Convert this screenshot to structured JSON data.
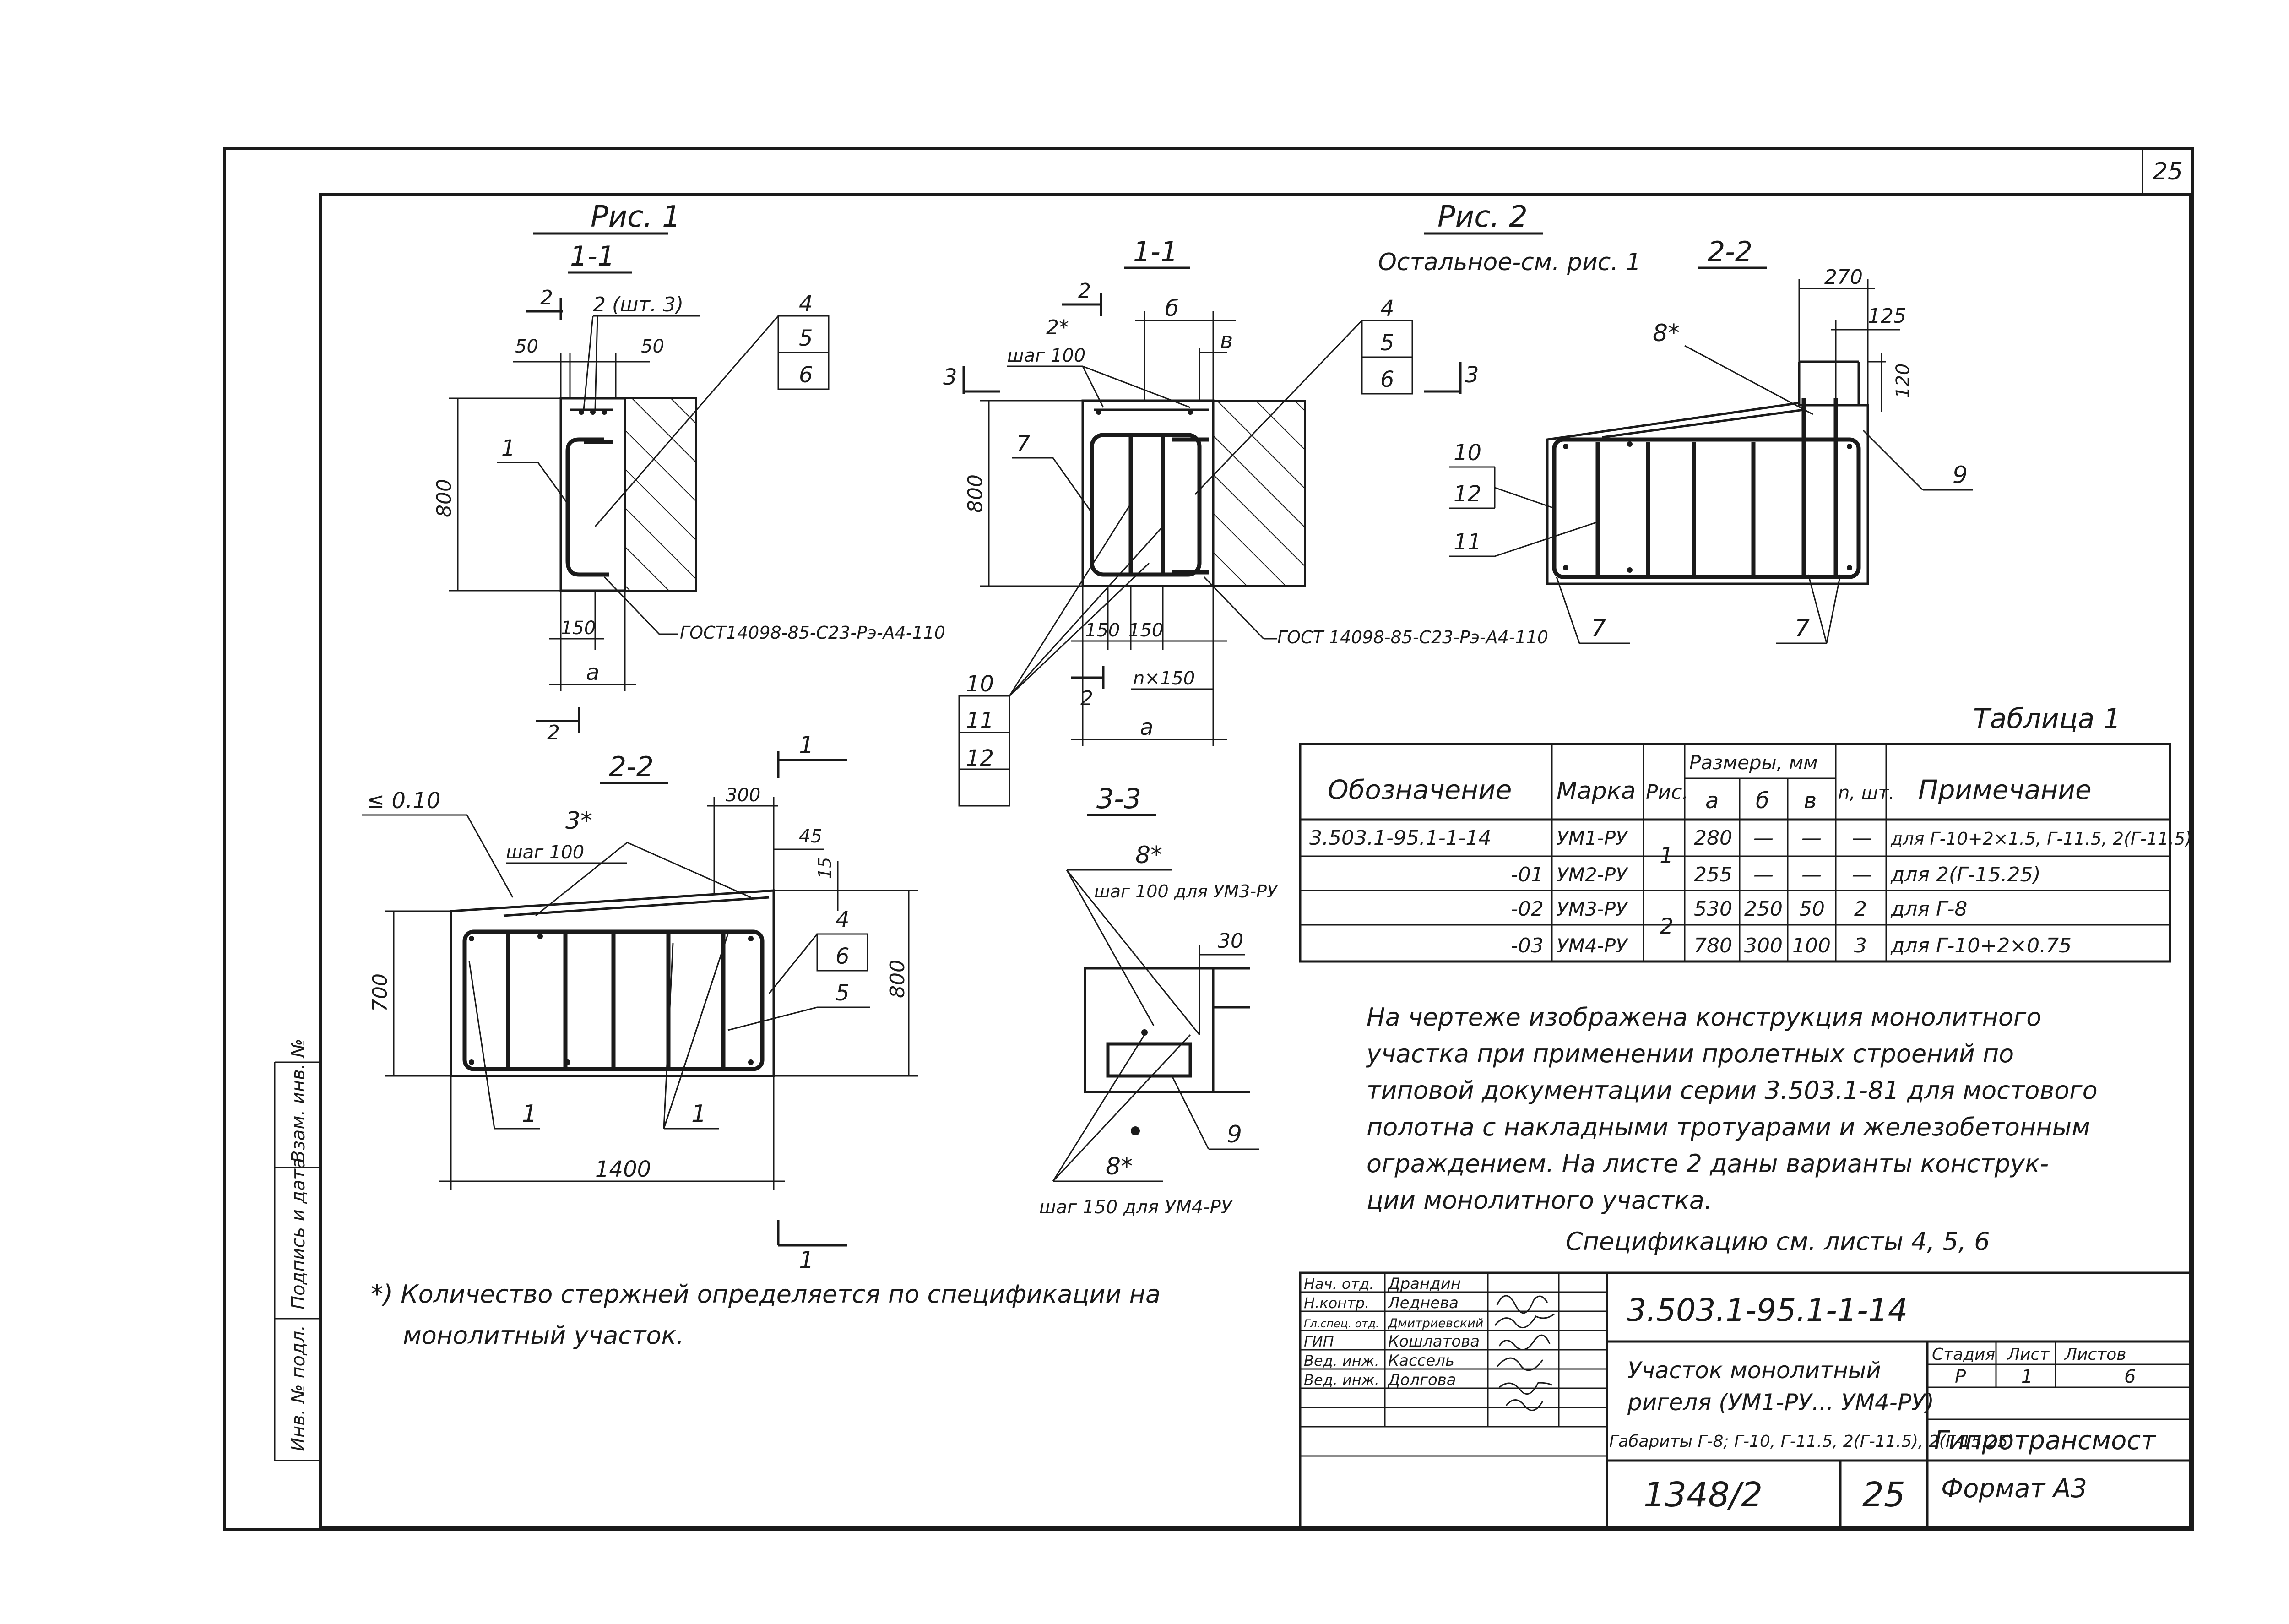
{
  "sheet": {
    "number": "25",
    "frame_bottom_sheet": "25",
    "album": "1348/2",
    "format": "Формат  А3"
  },
  "fig1": {
    "caption": "Рис. 1",
    "section_label": "1-1",
    "dim_50_left": "50",
    "dim_50_right": "50",
    "dim_800": "800",
    "dim_150": "150",
    "dim_a": "а",
    "mark_2_top": "2",
    "mark_2_bottom": "2",
    "bar_2_note": "2 (шт. 3)",
    "pos_1": "1",
    "callout_4": "4",
    "callout_5": "5",
    "callout_6": "6",
    "gost": "ГОСТ14098-85-С23-Рэ-А4-110"
  },
  "fig2": {
    "caption": "Рис. 2",
    "note": "Остальное-см. рис. 1",
    "section_1_1": "1-1",
    "mark_2": "2",
    "mark_2_star": "2*",
    "step_100": "шаг 100",
    "dim_b": "б",
    "dim_v": "в",
    "mark_3_left": "3",
    "mark_3_right": "3",
    "dim_800": "800",
    "pos_7": "7",
    "dim_150_a": "150",
    "dim_150_b": "150",
    "dim_nx150": "n×150",
    "dim_a": "а",
    "mark_2_bottom": "2",
    "callout_10": "10",
    "callout_11": "11",
    "callout_12": "12",
    "callout_4": "4",
    "callout_5": "5",
    "callout_6": "6",
    "gost": "ГОСТ 14098-85-С23-Рэ-А4-110"
  },
  "sec22_top": {
    "label": "2-2",
    "dim_270": "270",
    "dim_125": "125",
    "dim_120": "120",
    "mark_8star": "8*",
    "pos_9": "9",
    "callout_10": "10",
    "callout_12": "12",
    "callout_11": "11",
    "pos_7_left": "7",
    "pos_7_right": "7"
  },
  "sec22_bottom": {
    "label": "2-2",
    "slope": "≤ 0.10",
    "mark_3star": "3*",
    "step_100": "шаг 100",
    "dim_300": "300",
    "dim_45": "45",
    "dim_15": "15",
    "dim_700": "700",
    "dim_800": "800",
    "dim_1400": "1400",
    "pos_1_a": "1",
    "pos_1_b": "1",
    "callout_4": "4",
    "callout_6": "6",
    "callout_5": "5",
    "cut_1_top": "1",
    "cut_1_bottom": "1"
  },
  "sec33": {
    "label": "3-3",
    "mark_8star_top": "8*",
    "step_um3": "шаг 100 для УМ3-РУ",
    "dim_30": "30",
    "pos_9": "9",
    "mark_8star_bottom": "8*",
    "step_um4": "шаг 150 для УМ4-РУ"
  },
  "table1": {
    "title": "Таблица 1",
    "headers": {
      "designation": "Обозначение",
      "mark": "Марка",
      "fig": "Рис.",
      "sizes": "Размеры, мм",
      "a": "а",
      "b": "б",
      "v": "в",
      "n": "n, шт.",
      "note": "Примечание"
    },
    "rows": [
      {
        "designation": "3.503.1-95.1-1-14",
        "mark": "УМ1-РУ",
        "fig": "1",
        "a": "280",
        "b": "—",
        "v": "—",
        "n": "—",
        "note": "для Г-10+2×1.5, Г-11.5, 2(Г-11.5)"
      },
      {
        "designation": "-01",
        "mark": "УМ2-РУ",
        "fig": "",
        "a": "255",
        "b": "—",
        "v": "—",
        "n": "—",
        "note": "для 2(Г-15.25)"
      },
      {
        "designation": "-02",
        "mark": "УМ3-РУ",
        "fig": "2",
        "a": "530",
        "b": "250",
        "v": "50",
        "n": "2",
        "note": "для  Г-8"
      },
      {
        "designation": "-03",
        "mark": "УМ4-РУ",
        "fig": "",
        "a": "780",
        "b": "300",
        "v": "100",
        "n": "3",
        "note": "для  Г-10+2×0.75"
      }
    ]
  },
  "notes": {
    "line1": "На чертеже изображена конструкция монолитного",
    "line2": "участка при применении пролетных строений по",
    "line3": "типовой документации серии 3.503.1-81 для мостового",
    "line4": "полотна с накладными тротуарами и железобетонным",
    "line5": "ограждением. На листе 2 даны варианты конструк-",
    "line6": "ции монолитного участка.",
    "spec": "Спецификацию см. листы  4, 5, 6"
  },
  "footnote": {
    "line1": "*) Количество стержней определяется по спецификации на",
    "line2": "монолитный  участок."
  },
  "margin": {
    "inv_podl": "Инв. № подл.",
    "sign_date": "Подпись и дата",
    "vzam": "Взам. инв. №"
  },
  "titleblock": {
    "code": "3.503.1-95.1-1-14",
    "name_line1": "Участок монолитный",
    "name_line2": "ригеля (УМ1-РУ... УМ4-РУ)",
    "name_line3": "Габариты Г-8; Г-10, Г-11.5, 2(Г-11.5), 2(Г-15.25)",
    "org": "Гипротрансмост",
    "stage_h": "Стадия",
    "sheet_h": "Лист",
    "sheets_h": "Листов",
    "stage": "Р",
    "sheet": "1",
    "sheets": "6",
    "people": [
      {
        "role": "Нач. отд.",
        "name": "Драндин"
      },
      {
        "role": "Н.контр.",
        "name": "Леднева"
      },
      {
        "role": "Гл.спец. отд.",
        "name": "Дмитриевский"
      },
      {
        "role": "ГИП",
        "name": "Кошлатова"
      },
      {
        "role": "Вед. инж.",
        "name": "Кассель"
      },
      {
        "role": "Вед. инж.",
        "name": "Долгова"
      }
    ]
  }
}
